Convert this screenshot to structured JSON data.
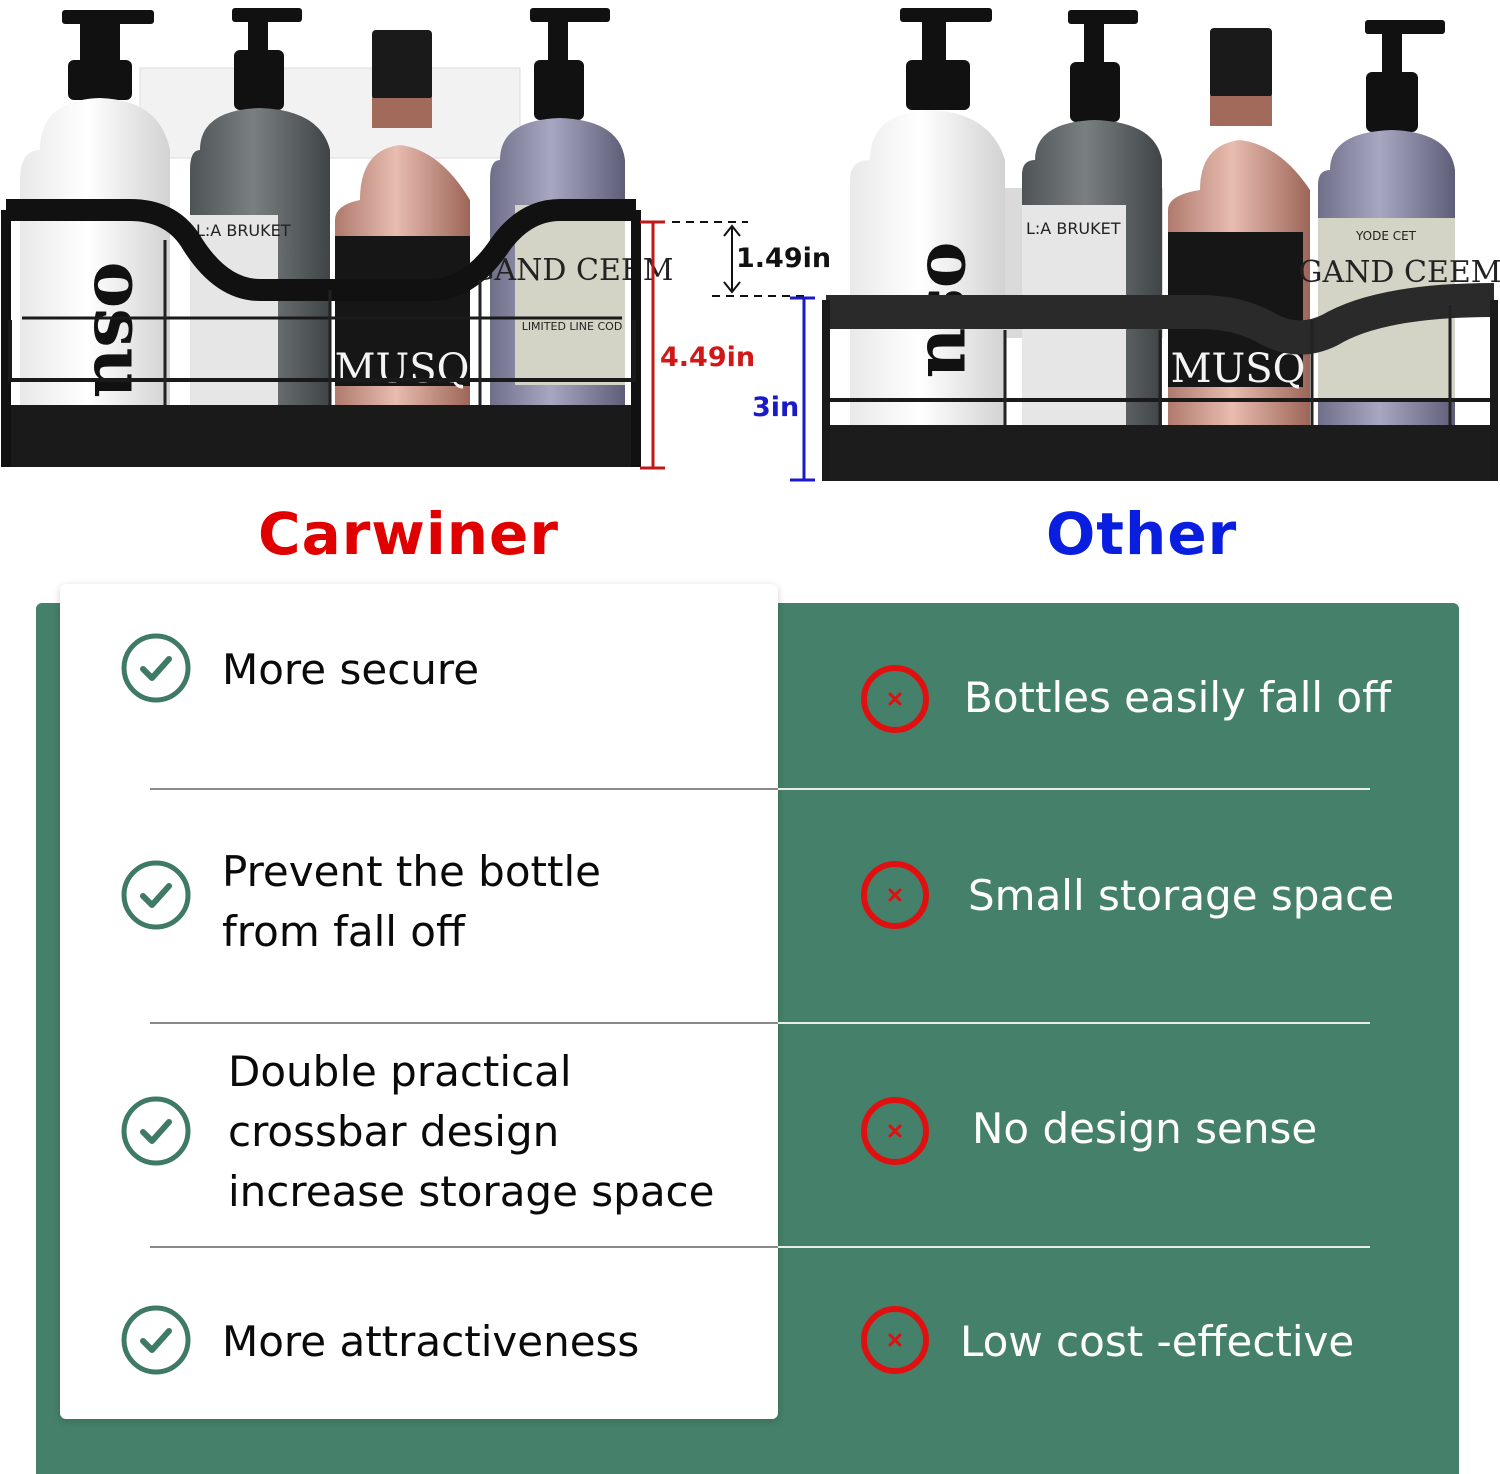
{
  "brands": {
    "left": "Carwiner",
    "right": "Other"
  },
  "dimensions": {
    "gap": "1.49in",
    "total": "4.49in",
    "other": "3in"
  },
  "bottle_labels": {
    "osu": "osu",
    "la_bruket": "L:A BRUKET",
    "musq": "MUSQ",
    "gand_ceem": "GAND CEEM",
    "limited_line": "LIMITED LINE COD",
    "yode": "YODE CET"
  },
  "pros": [
    {
      "text": "More secure"
    },
    {
      "text": "Prevent the bottle\nfrom fall off"
    },
    {
      "text": "Double practical\ncrossbar design\nincrease storage space"
    },
    {
      "text": "More attractiveness"
    }
  ],
  "cons": [
    {
      "text": "Bottles easily fall off"
    },
    {
      "text": "Small storage space"
    },
    {
      "text": "No design sense"
    },
    {
      "text": "Low cost -effective"
    }
  ],
  "colors": {
    "left_brand": "#e10000",
    "right_brand": "#0a1ee0",
    "panel_green": "#45806a",
    "check_green": "#3f7a66",
    "cross_red": "#e01010",
    "dim_red": "#d01818",
    "dim_blue": "#1a1ac8"
  },
  "icons": {
    "pro": "check-circle-icon",
    "con": "x-circle-icon"
  }
}
